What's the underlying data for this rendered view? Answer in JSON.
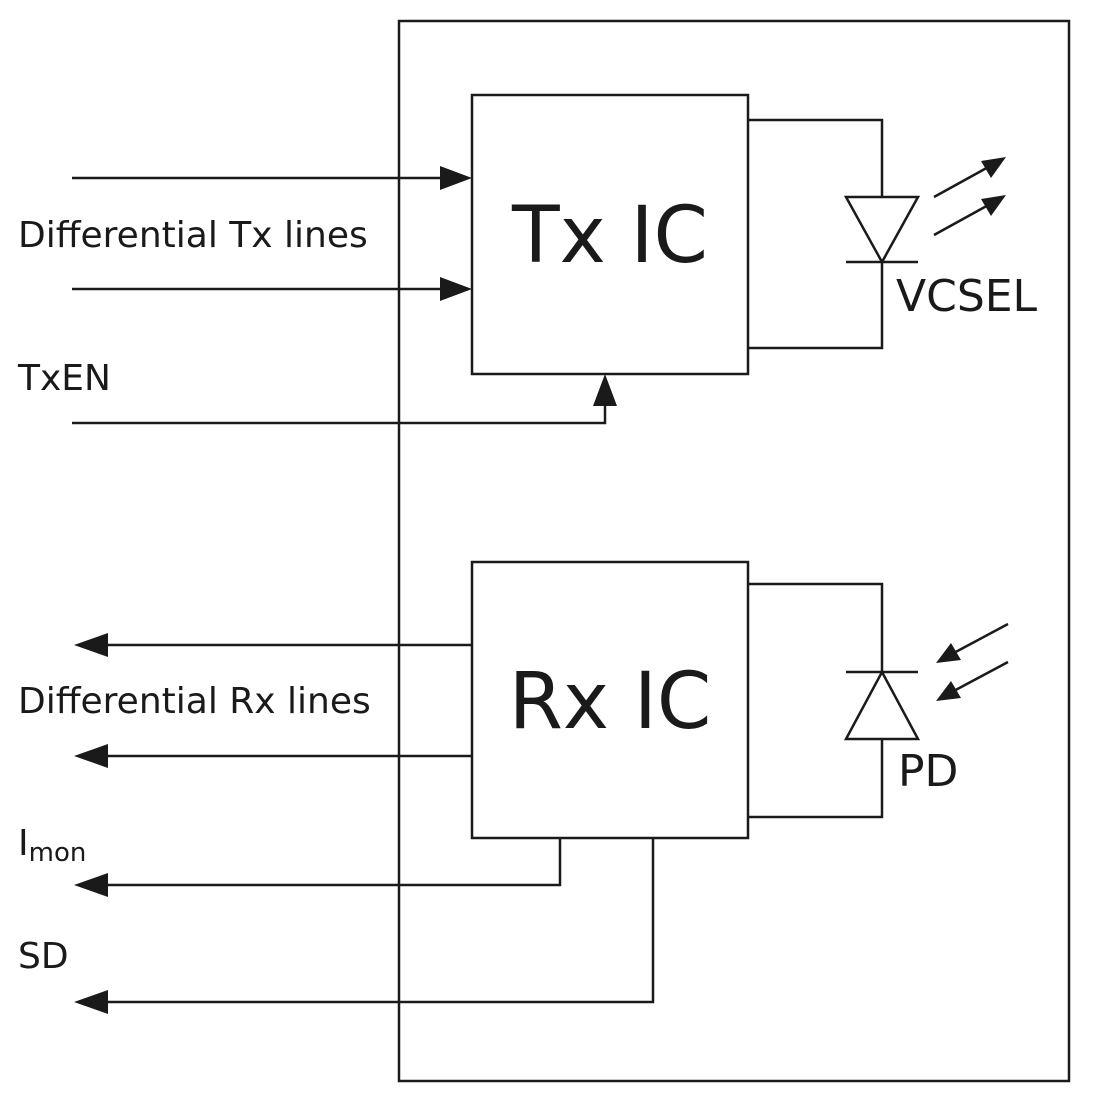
{
  "blocks": {
    "tx": "Tx IC",
    "rx": "Rx IC"
  },
  "components": {
    "emitter": "VCSEL",
    "detector": "PD"
  },
  "signals": {
    "tx_lines": "Differential Tx lines",
    "tx_enable": "TxEN",
    "rx_lines": "Differential Rx lines",
    "imon_main": "I",
    "imon_sub": "mon",
    "sd": "SD"
  },
  "colors": {
    "line": "#1a1a1a",
    "background": "#ffffff"
  }
}
